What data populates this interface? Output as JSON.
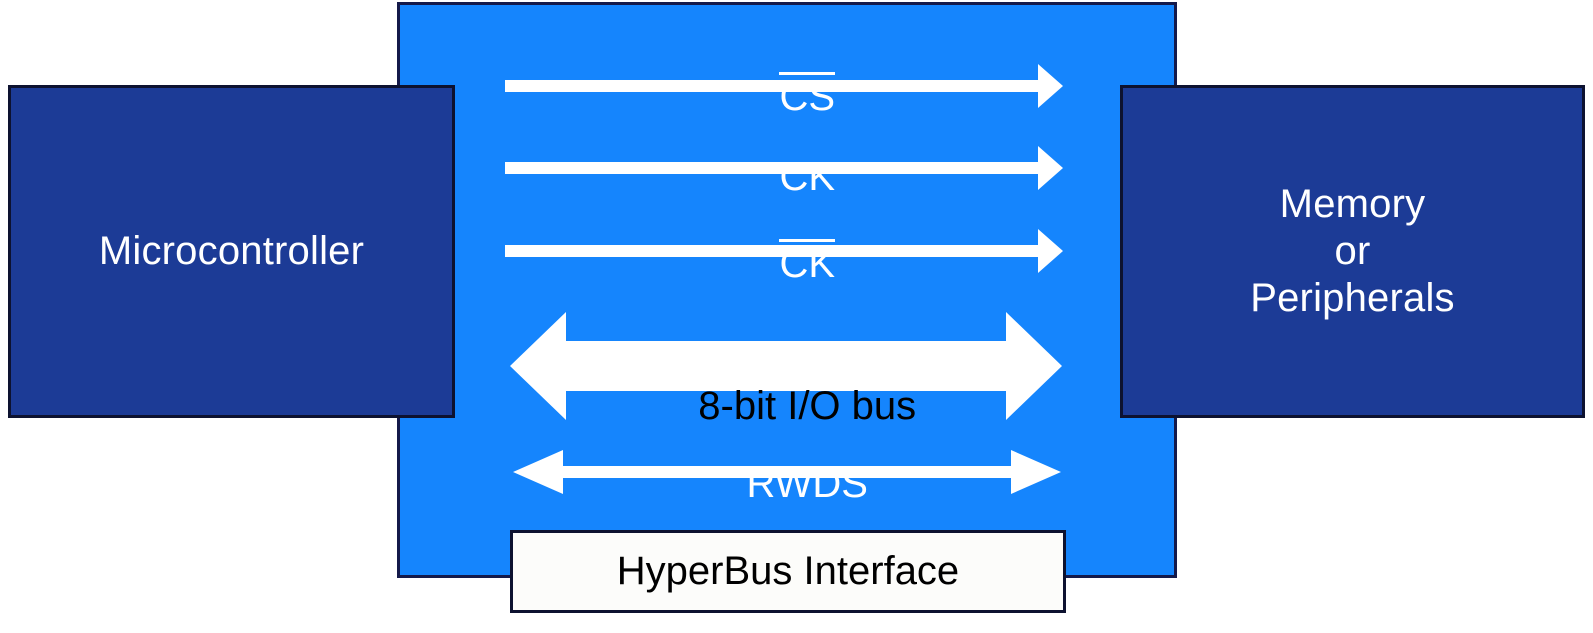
{
  "diagram": {
    "title": "HyperBus Interface",
    "colors": {
      "bus_panel": "#1585fd",
      "endpoint_block": "#1c3b96",
      "arrow": "#ffffff",
      "border": "#0d1230",
      "label_on_blue": "#ffffff",
      "label_on_arrow": "#000000",
      "caption_box": "#fcfcfa"
    },
    "endpoints": {
      "left": {
        "name": "Microcontroller",
        "lines": [
          "Microcontroller"
        ]
      },
      "right": {
        "name": "Memory or Peripherals",
        "lines": [
          "Memory",
          "or",
          "Peripherals"
        ]
      }
    },
    "signals": [
      {
        "label": "CS",
        "overline": true,
        "direction": "left-to-right",
        "arrow": "single",
        "weight": "thin",
        "label_color": "white"
      },
      {
        "label": "CK",
        "overline": false,
        "direction": "left-to-right",
        "arrow": "single",
        "weight": "thin",
        "label_color": "white"
      },
      {
        "label": "CK",
        "overline": true,
        "direction": "left-to-right",
        "arrow": "single",
        "weight": "thin",
        "label_color": "white"
      },
      {
        "label": "8-bit I/O bus",
        "overline": false,
        "direction": "bidirectional",
        "arrow": "double",
        "weight": "thick",
        "label_color": "black"
      },
      {
        "label": "RWDS",
        "overline": false,
        "direction": "bidirectional",
        "arrow": "double",
        "weight": "thin",
        "label_color": "white"
      }
    ],
    "caption": {
      "text": "HyperBus Interface"
    }
  }
}
